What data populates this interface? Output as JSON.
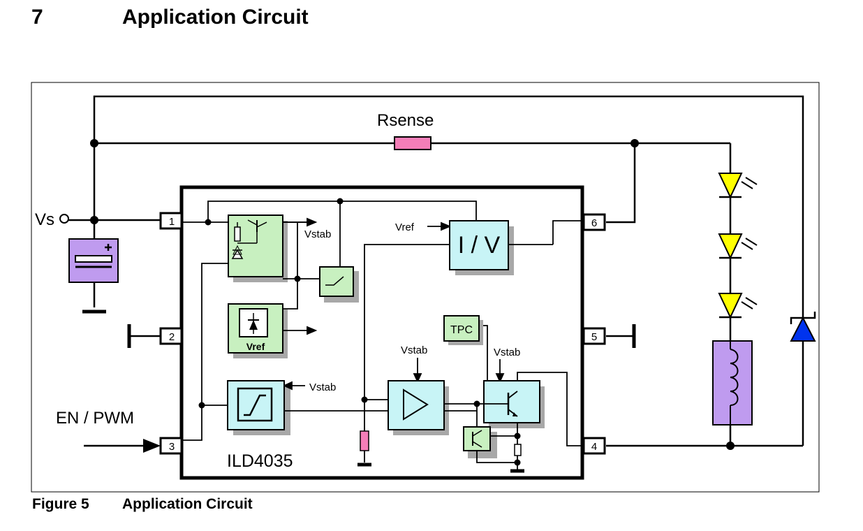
{
  "section": {
    "number": "7",
    "title": "Application Circuit"
  },
  "labels": {
    "rsense": "Rsense",
    "vs": "Vs",
    "en_pwm": "EN / PWM",
    "vref_in": "Vref",
    "vstab_reg": "Vstab",
    "vstab_cmp": "Vstab",
    "vstab_amp": "Vstab",
    "vstab_drv": "Vstab",
    "iv": "I / V",
    "tpc": "TPC",
    "vref_block": "Vref",
    "chip": "ILD4035"
  },
  "pins": {
    "p1": "1",
    "p2": "2",
    "p3": "3",
    "p4": "4",
    "p5": "5",
    "p6": "6"
  },
  "caption": {
    "label": "Figure 5",
    "text": "Application Circuit"
  },
  "colors": {
    "battery": "#bf9bef",
    "inductor": "#bf9bef",
    "green_block": "#c8f0c0",
    "cyan_block": "#c8f4f6",
    "led": "#ffff00",
    "diode": "#0033ee",
    "resistor": "#f47eb8",
    "shadow": "#a8a8a8"
  }
}
